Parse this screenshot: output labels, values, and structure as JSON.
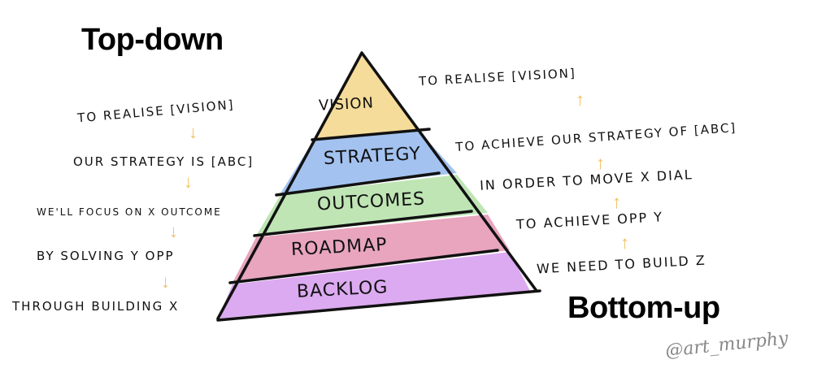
{
  "headings": {
    "top_down": "Top-down",
    "bottom_up": "Bottom-up"
  },
  "pyramid": {
    "layers": [
      {
        "label": "Vision",
        "color": "#f5dc9a"
      },
      {
        "label": "Strategy",
        "color": "#a3c2f0"
      },
      {
        "label": "Outcomes",
        "color": "#bfe5b5"
      },
      {
        "label": "Roadmap",
        "color": "#e8a5bd"
      },
      {
        "label": "Backlog",
        "color": "#dcaaf0"
      }
    ]
  },
  "top_down": [
    "To realise [Vision]",
    "Our strategy is [ABC]",
    "We'll focus on X outcome",
    "By solving Y opp",
    "Through building X"
  ],
  "bottom_up": [
    "To realise [Vision]",
    "To achieve our strategy of [ABC]",
    "In order to move X dial",
    "To achieve opp Y",
    "We need to build Z"
  ],
  "signature": "@art_murphy",
  "arrow_color": "#f0c060"
}
